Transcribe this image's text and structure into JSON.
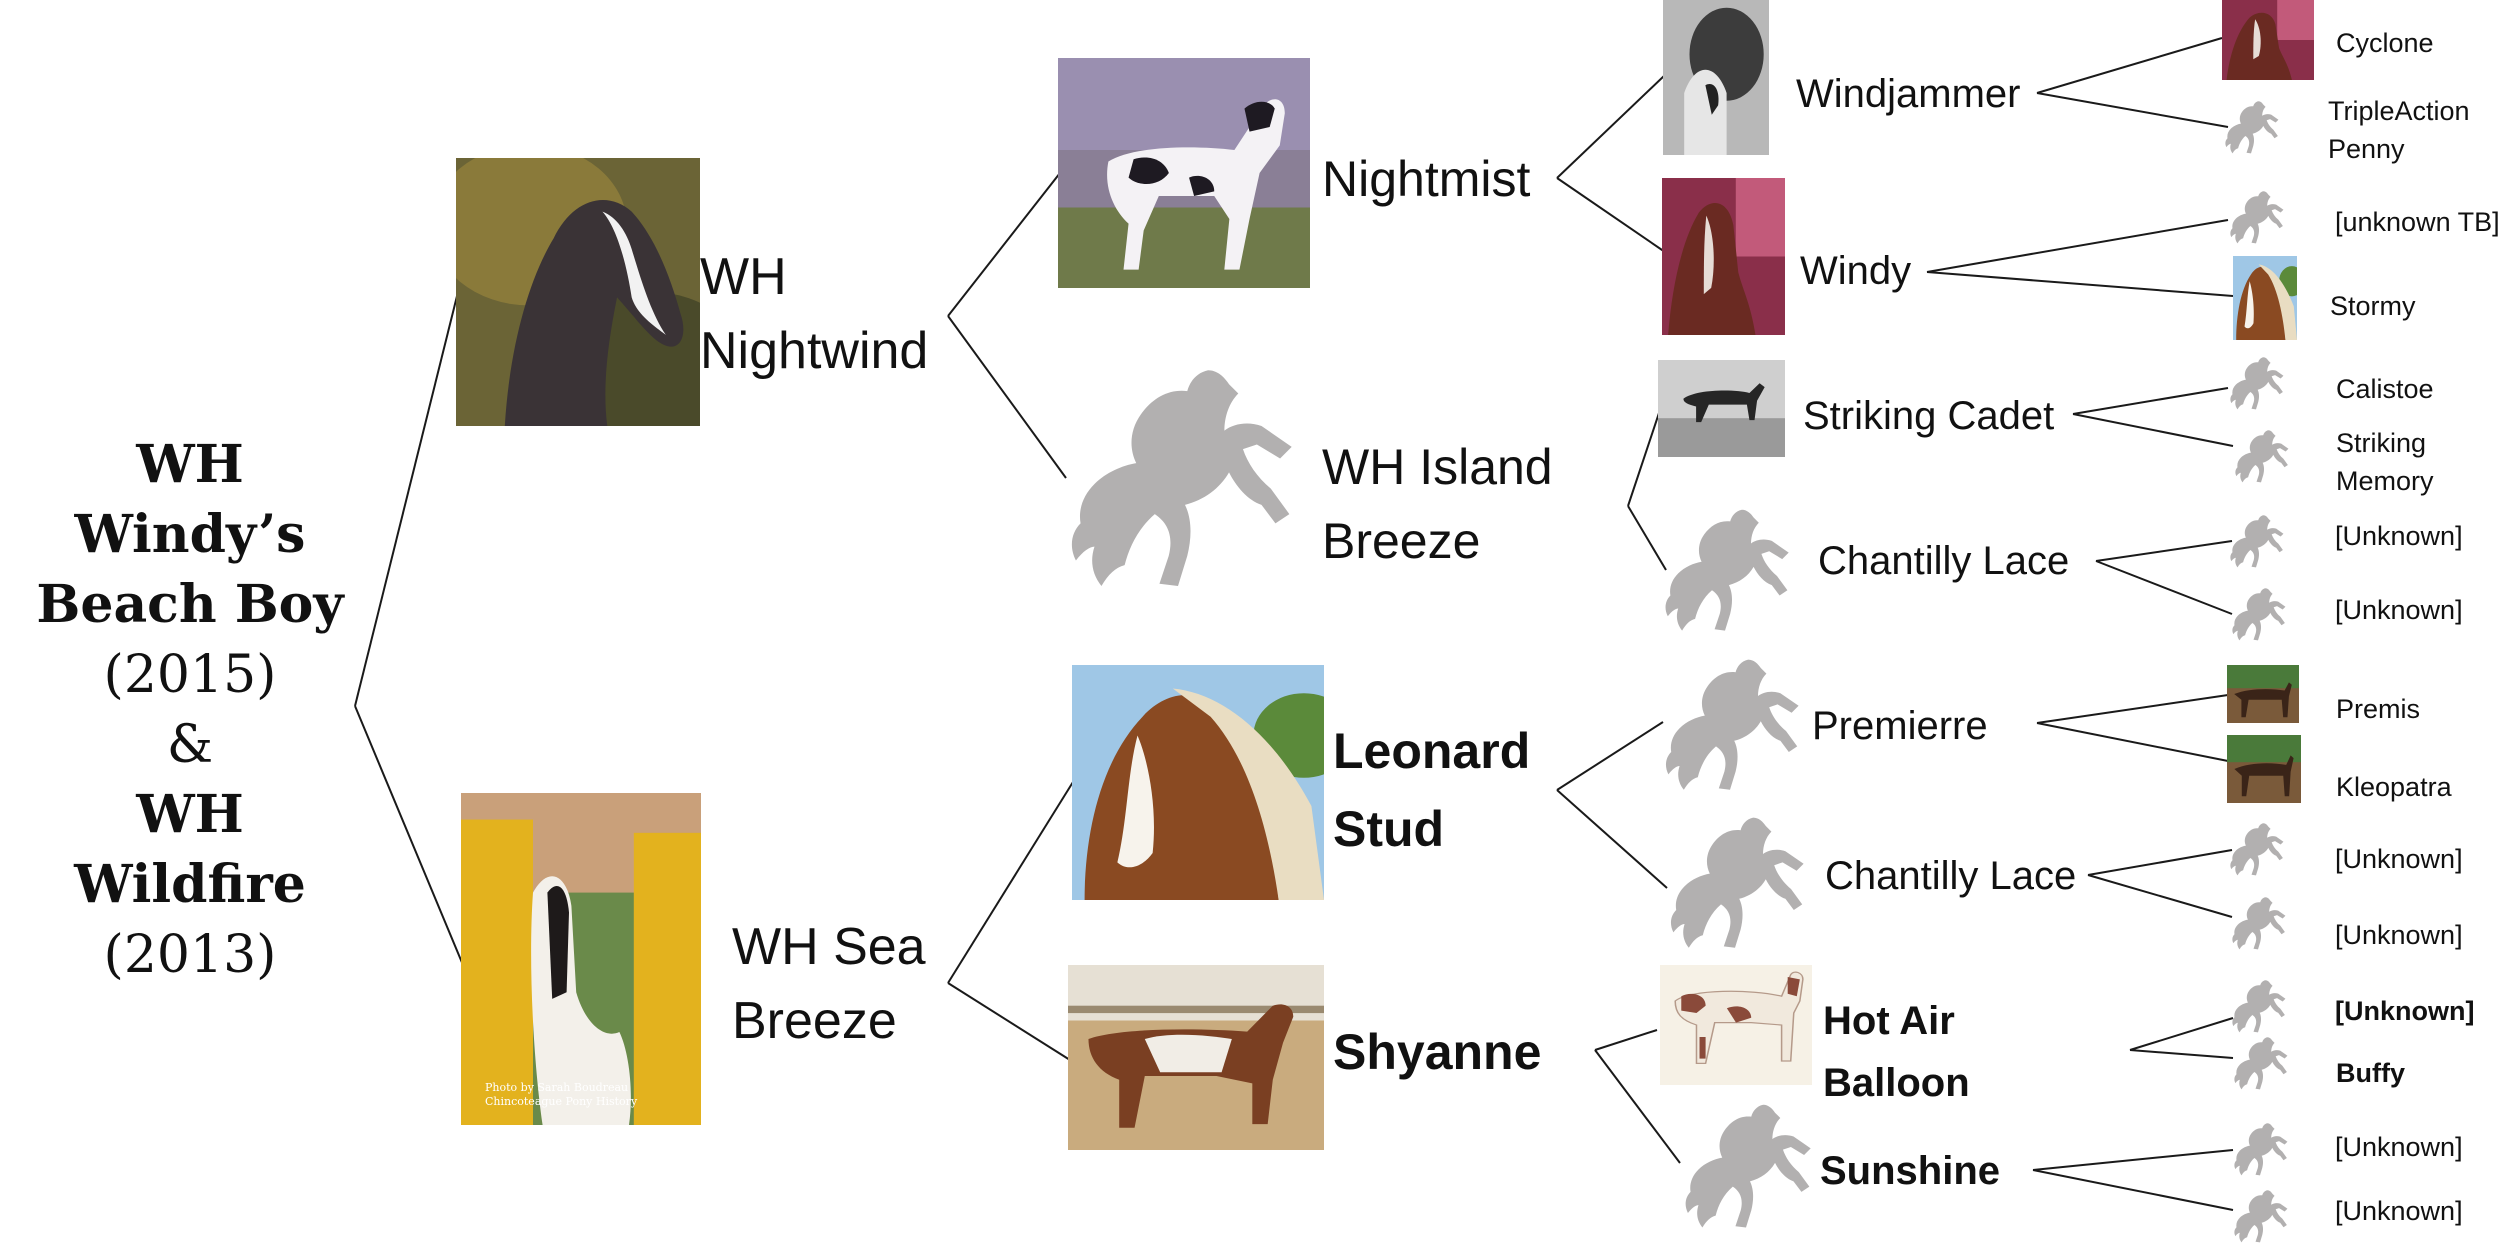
{
  "title": {
    "line1": "WH",
    "line2": "Windy’s",
    "line3": "Beach Boy",
    "line4": "(2015)",
    "line5": "&",
    "line6": "WH",
    "line7": "Wildfire",
    "line8": "(2013)"
  },
  "sire": {
    "line1": "WH",
    "line2": "Nightwind"
  },
  "dam": {
    "line1": "WH Sea",
    "line2": "Breeze"
  },
  "gen2": {
    "nightmist": "Nightmist",
    "island_breeze_1": "WH Island",
    "island_breeze_2": "Breeze",
    "leonard_1": "Leonard",
    "leonard_2": "Stud",
    "shyanne": "Shyanne"
  },
  "gen3": {
    "windjammer": "Windjammer",
    "windy": "Windy",
    "striking_cadet": "Striking Cadet",
    "chantilly_lace_a": "Chantilly Lace",
    "premierre": "Premierre",
    "chantilly_lace_b": "Chantilly Lace",
    "hot_air_1": "Hot Air",
    "hot_air_2": "Balloon",
    "sunshine": "Sunshine"
  },
  "gen4": {
    "cyclone": "Cyclone",
    "tripleaction_1": "TripleAction",
    "tripleaction_2": "Penny",
    "unknown_tb": "[unknown TB]",
    "stormy": "Stormy",
    "calistoe": "Calistoe",
    "striking_memory_1": "Striking",
    "striking_memory_2": "Memory",
    "unknown_1": "[Unknown]",
    "unknown_2": "[Unknown]",
    "premis": "Premis",
    "kleopatra": "Kleopatra",
    "unknown_3": "[Unknown]",
    "unknown_4": "[Unknown]",
    "unknown_5": "[Unknown]",
    "buffy": "Buffy",
    "unknown_6": "[Unknown]",
    "unknown_7": "[Unknown]"
  },
  "photo_credit": {
    "line1": "Photo by Sarah Boudreau",
    "line2": "Chincoteague Pony History"
  },
  "colors": {
    "silhouette": "#b2b0b0",
    "line": "#1a1a1a",
    "text": "#111111"
  },
  "icons": {
    "placeholder": "rearing-horse-silhouette-icon",
    "photo": "horse-photo"
  }
}
